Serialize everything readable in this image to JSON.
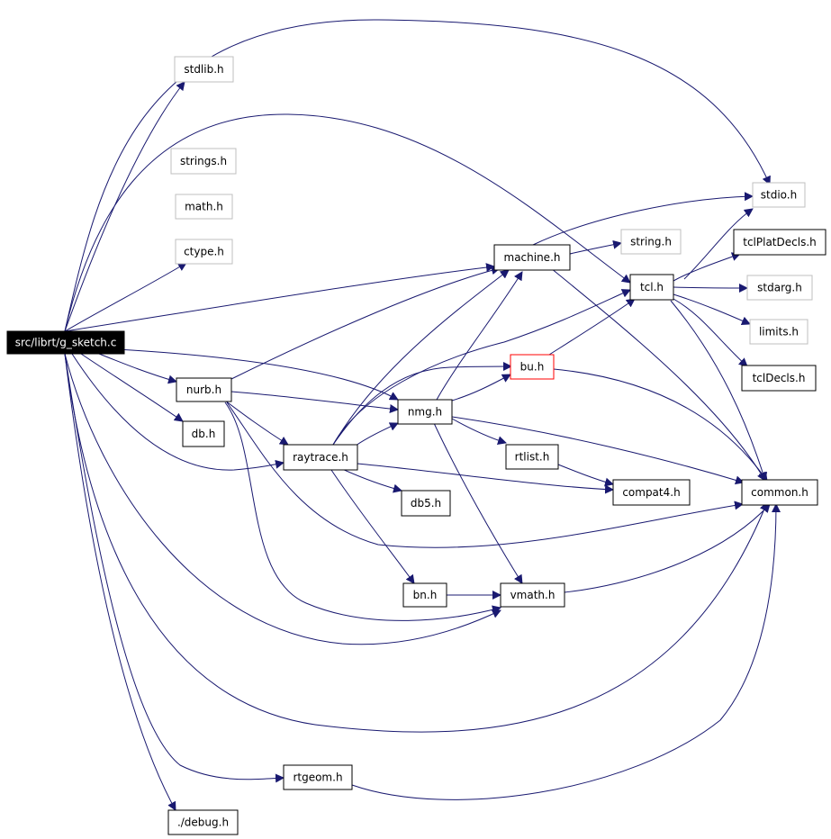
{
  "graph": {
    "nodes": {
      "g_sketch": "src/librt/g_sketch.c",
      "stdlib": "stdlib.h",
      "strings": "strings.h",
      "math": "math.h",
      "ctype": "ctype.h",
      "stdio": "stdio.h",
      "string": "string.h",
      "machine": "machine.h",
      "tcl": "tcl.h",
      "tclPlatDecls": "tclPlatDecls.h",
      "stdarg": "stdarg.h",
      "limits": "limits.h",
      "tclDecls": "tclDecls.h",
      "bu": "bu.h",
      "nurb": "nurb.h",
      "nmg": "nmg.h",
      "db": "db.h",
      "raytrace": "raytrace.h",
      "rtlist": "rtlist.h",
      "compat4": "compat4.h",
      "common": "common.h",
      "db5": "db5.h",
      "bn": "bn.h",
      "vmath": "vmath.h",
      "rtgeom": "rtgeom.h",
      "debug": "./debug.h"
    },
    "edge_color": "#191970",
    "missing_file_border": "#bfbfbf",
    "highlight_border": "#ff0000"
  }
}
